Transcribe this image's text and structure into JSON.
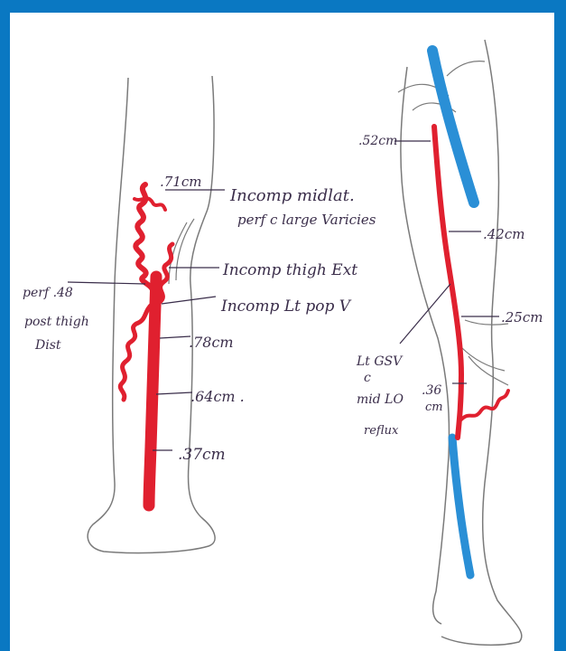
{
  "colors": {
    "frame": "#0a78c2",
    "paper": "#ffffff",
    "outline": "#7a7a7a",
    "reflux_vein": "#e0202f",
    "normal_vein": "#2a8fd6",
    "ink": "#3a2d4a"
  },
  "left_leg": {
    "labels": {
      "diam_top": ".71cm",
      "note_midlat_1": "Incomp midlat.",
      "note_midlat_2": "perf c large Varicies",
      "note_thigh": "Incomp thigh Ext",
      "note_pop": "Incomp Lt pop V",
      "perf_1": "perf .48",
      "perf_2": "post thigh",
      "perf_3": "Dist",
      "diam_78": ".78cm",
      "diam_64": ".64cm .",
      "diam_37": ".37cm"
    }
  },
  "right_leg": {
    "labels": {
      "diam_top": ".52cm",
      "diam_42": ".42cm",
      "diam_25": ".25cm",
      "gsv_1": "Lt GSV",
      "gsv_2": "c",
      "gsv_3": "mid LO",
      "gsv_4": "reflux",
      "diam_36a": ".36",
      "diam_36b": "cm"
    }
  }
}
